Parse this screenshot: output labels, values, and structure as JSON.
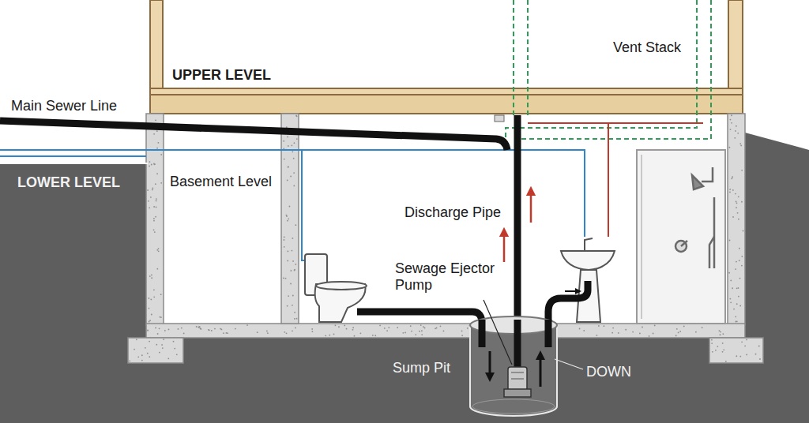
{
  "diagram": {
    "labels": [
      "Main Sewer Line",
      "Vent Stack",
      "UPPER LEVEL",
      "LOWER LEVEL",
      "Basement Level",
      "Discharge Pipe",
      "Sewage Ejector Pump",
      "Sump Pit",
      "DOWN"
    ]
  }
}
